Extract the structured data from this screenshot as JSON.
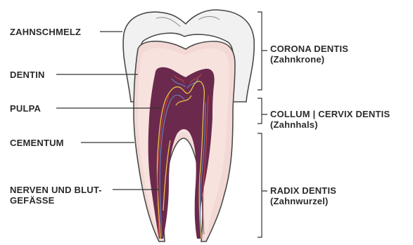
{
  "diagram": {
    "left_labels": {
      "enamel": "ZAHNSCHMELZ",
      "dentin": "DENTIN",
      "pulp": "PULPA",
      "cementum": "CEMENTUM",
      "nerves_line1": "NERVEN UND BLUT-",
      "nerves_line2": "GEFÄSSE"
    },
    "right_labels": {
      "crown_title": "CORONA DENTIS",
      "crown_sub": "(Zahnkrone)",
      "neck_title": "COLLUM | CERVIX DENTIS",
      "neck_sub": "(Zahnhals)",
      "root_title": "RADIX DENTIS",
      "root_sub": "(Zahnwurzel)"
    },
    "colors": {
      "enamel": "#f1f1f1",
      "outline": "#4a4a4a",
      "dentin": "#f7e2de",
      "cementum": "#f3d9d6",
      "pulp": "#6b2a4d",
      "nerve_yellow": "#e8c246",
      "vessel_blue": "#5f86c2",
      "vessel_red": "#c9473e",
      "leader": "#333333"
    }
  }
}
